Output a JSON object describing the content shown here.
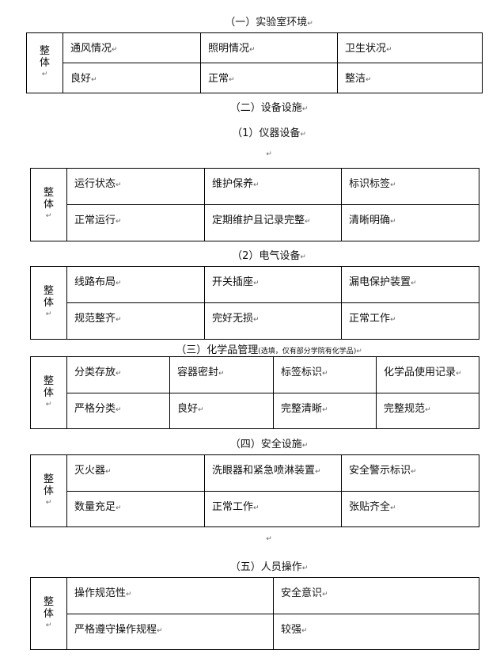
{
  "headings": {
    "h1": "（一）实验室环境",
    "h2": "（二）设备设施",
    "h2a": "（1）仪器设备",
    "h2b": "（2）电气设备",
    "h3": "（三）化学品管理",
    "h3_note": "(选填，仅有部分学院有化学品)",
    "h4": "（四）安全设施",
    "h5": "（五）人员操作"
  },
  "overall_label": [
    "整",
    "体"
  ],
  "tables": [
    {
      "header": [
        "通风情况",
        "照明情况",
        "卫生状况"
      ],
      "values": [
        "良好",
        "正常",
        "整洁"
      ]
    },
    {
      "header": [
        "运行状态",
        "维护保养",
        "标识标签"
      ],
      "values": [
        "正常运行",
        "定期维护且记录完整",
        "清晰明确"
      ]
    },
    {
      "header": [
        "线路布局",
        "开关插座",
        "漏电保护装置"
      ],
      "values": [
        "规范整齐",
        "完好无损",
        "正常工作"
      ]
    },
    {
      "header": [
        "分类存放",
        "容器密封",
        "标签标识",
        "化学品使用记录"
      ],
      "values": [
        "严格分类",
        "良好",
        "完整清晰",
        "完整规范"
      ]
    },
    {
      "header": [
        "灭火器",
        "洗眼器和紧急喷淋装置",
        "安全警示标识"
      ],
      "values": [
        "数量充足",
        "正常工作",
        "张贴齐全"
      ]
    },
    {
      "header": [
        "操作规范性",
        "安全意识"
      ],
      "values": [
        "严格遵守操作规程",
        "较强"
      ]
    }
  ]
}
